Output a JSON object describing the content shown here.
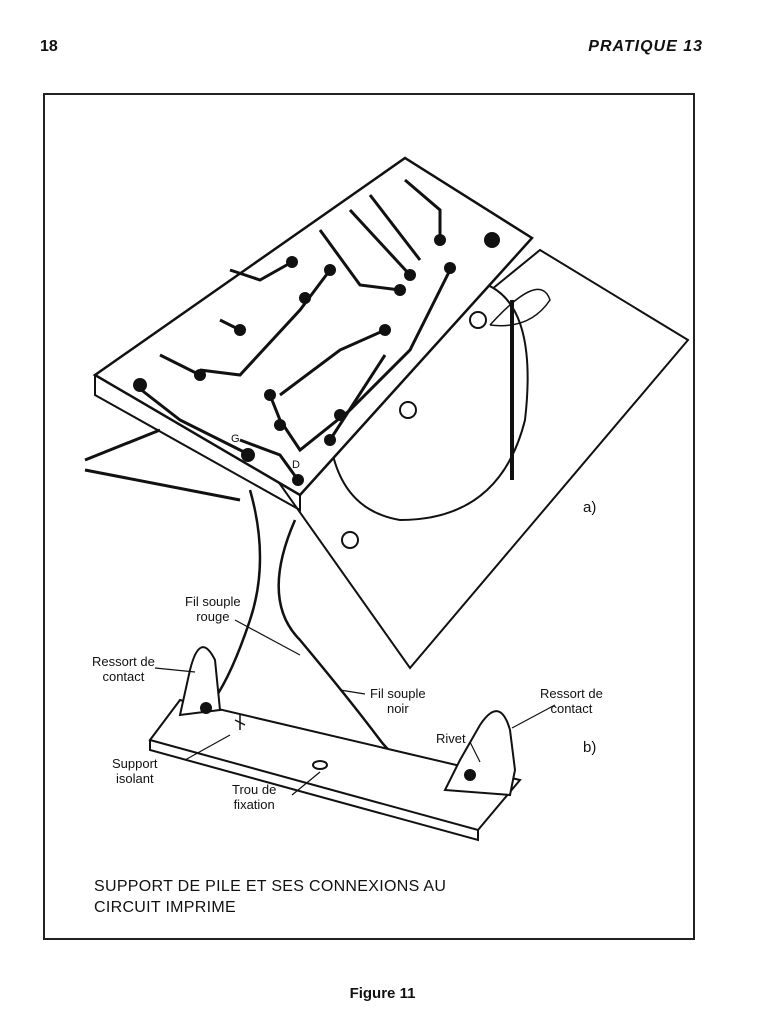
{
  "header": {
    "page_number": "18",
    "running_title": "PRATIQUE 13"
  },
  "figure": {
    "panel_a": "a)",
    "panel_b": "b)",
    "board_marks": {
      "g": "G",
      "d": "D"
    },
    "labels": {
      "red_wire": [
        "Fil souple",
        "rouge"
      ],
      "contact_spring_left": [
        "Ressort de",
        "contact"
      ],
      "black_wire": [
        "Fil souple",
        "noir"
      ],
      "contact_spring_right": [
        "Ressort de",
        "contact"
      ],
      "rivet": "Rivet",
      "insulating_support": [
        "Support",
        "isolant"
      ],
      "mounting_hole": [
        "Trou de",
        "fixation"
      ]
    },
    "caption": [
      "SUPPORT DE PILE ET SES CONNEXIONS AU",
      "CIRCUIT  IMPRIME"
    ]
  },
  "footer": {
    "figure_label": "Figure 11"
  }
}
